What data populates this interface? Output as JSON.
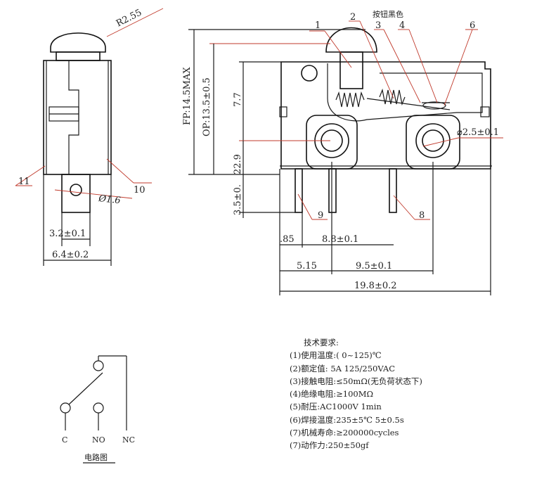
{
  "side_view": {
    "cap_radius": "R2.55",
    "pin_hole": "Ø1.6",
    "width_inner": "3.2±0.1",
    "width_outer": "6.4±0.2",
    "callout_11": "11",
    "callout_10": "10"
  },
  "front_view": {
    "callouts": [
      "1",
      "2",
      "3",
      "4",
      "6",
      "8",
      "9"
    ],
    "button_note": "按钮黑色",
    "fp_height": "FP:14.5MAX",
    "op_height": "OP:13.5±0.5",
    "dim_7_7": "7.7",
    "dim_22_9": "22.9",
    "dim_3_5": "3.5±0.",
    "hole_dia": "⌀2.5±0.1",
    "dim_0_85": ".85",
    "dim_8_8": "8.8±0.1",
    "dim_5_15": "5.15",
    "dim_9_5": "9.5±0.1",
    "dim_19_8": "19.8±0.2"
  },
  "circuit": {
    "label_c": "C",
    "label_no": "NO",
    "label_nc": "NC",
    "caption": "电路图"
  },
  "specs": {
    "heading": "技术要求:",
    "items": [
      "(1)使用温度:( 0~125)℃",
      "(2)额定值:  5A 125/250VAC",
      "(3)接触电阻:≤50mΩ(无负荷状态下)",
      "(4)绝缘电阻:≥100MΩ",
      "(5)耐压:AC1000V 1min",
      "(6)焊接温度:235±5℃ 5±0.5s",
      "(7)机械寿命:≥200000cycles",
      "(7)动作力:250±50gf"
    ]
  }
}
